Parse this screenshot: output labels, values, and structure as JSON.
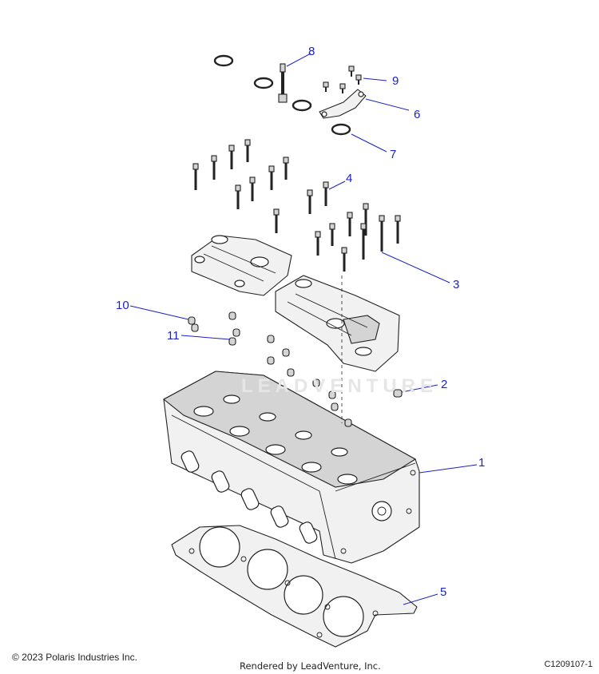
{
  "callouts": [
    {
      "id": "1",
      "label": "1"
    },
    {
      "id": "2",
      "label": "2"
    },
    {
      "id": "3",
      "label": "3"
    },
    {
      "id": "4",
      "label": "4"
    },
    {
      "id": "5",
      "label": "5"
    },
    {
      "id": "6",
      "label": "6"
    },
    {
      "id": "7",
      "label": "7"
    },
    {
      "id": "8",
      "label": "8"
    },
    {
      "id": "9",
      "label": "9"
    },
    {
      "id": "10",
      "label": "10"
    },
    {
      "id": "11",
      "label": "11"
    }
  ],
  "footer": {
    "copyright": "© 2023 Polaris Industries Inc.",
    "rendered_by": "Rendered by LeadVenture, Inc.",
    "figure_id": "C1209107-1"
  },
  "watermark": "LEADVENTURE",
  "colors": {
    "callout": "#1a22c8",
    "line": "#222222"
  }
}
